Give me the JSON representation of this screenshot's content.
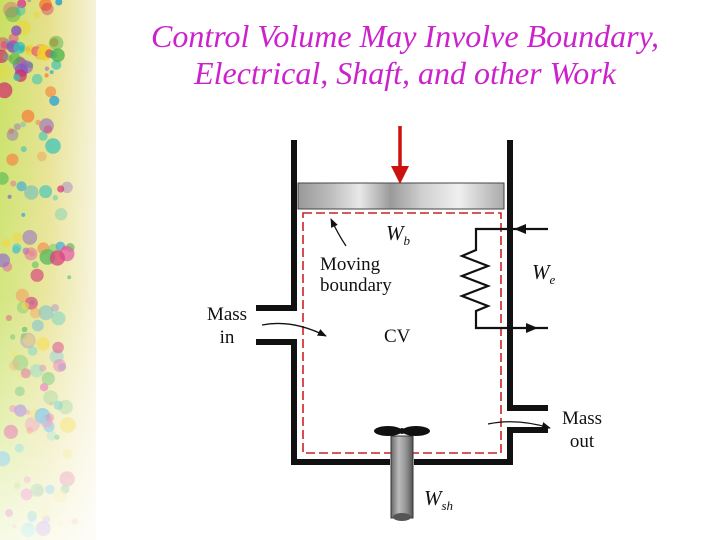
{
  "title": {
    "line1": "Control Volume May Involve Boundary,",
    "line2": "Electrical, Shaft, and other Work"
  },
  "diagram": {
    "boundary_work": {
      "symbol": "W",
      "subscript": "b"
    },
    "electrical_work": {
      "symbol": "W",
      "subscript": "e"
    },
    "shaft_work": {
      "symbol": "W",
      "subscript": "sh"
    },
    "moving_boundary": {
      "line1": "Moving",
      "line2": "boundary"
    },
    "mass_in": {
      "line1": "Mass",
      "line2": "in"
    },
    "mass_out": {
      "line1": "Mass",
      "line2": "out"
    },
    "cv": "CV"
  },
  "colors": {
    "title": "#cc22cc",
    "arrow": "#cc1111",
    "cv_dash": "#cc2222",
    "walls": "#111111"
  }
}
